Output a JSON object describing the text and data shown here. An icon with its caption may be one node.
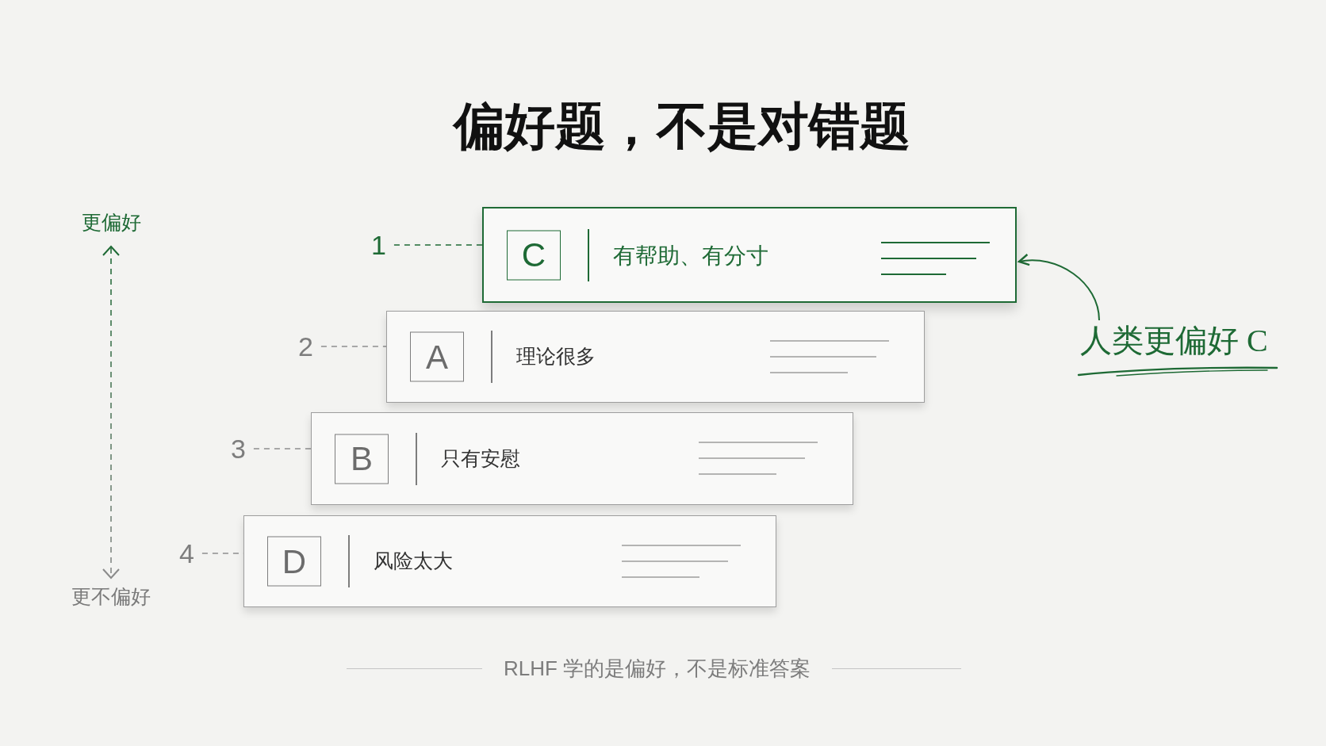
{
  "diagram": {
    "title": "偏好题，不是对错题",
    "caption": "RLHF 学的是偏好，不是标准答案",
    "nodes": [
      {
        "text": [
          "1"
        ]
      },
      {
        "text": [
          "有帮助、有分寸"
        ]
      },
      {
        "text": [
          "C"
        ],
        "in": 1
      },
      {
        "text": [
          "2"
        ]
      },
      {
        "text": [
          "理论很多"
        ]
      },
      {
        "text": [
          "A"
        ],
        "in": 4
      },
      {
        "text": [
          "3"
        ]
      },
      {
        "text": [
          "只有安慰"
        ]
      },
      {
        "text": [
          "B"
        ],
        "in": 7
      },
      {
        "text": [
          "4"
        ]
      },
      {
        "text": [
          "风险太大"
        ]
      },
      {
        "text": [
          "D"
        ],
        "in": 10
      },
      {
        "text": [
          "人类更偏好 C"
        ]
      }
    ],
    "edges": [
      {
        "from": 0,
        "to": 1,
        "arrow": "none",
        "style": "dashed",
        "color": "#1e6a35"
      },
      {
        "from": 3,
        "to": 4,
        "arrow": "none",
        "style": "dashed"
      },
      {
        "from": 6,
        "to": 7,
        "arrow": "none",
        "style": "dashed"
      },
      {
        "from": 9,
        "to": 10,
        "arrow": "none",
        "style": "dashed"
      },
      {
        "from": 12,
        "to": 1,
        "arrow": "to",
        "color": "#1e6a35"
      }
    ],
    "labels": [
      "更偏好",
      "更不偏好"
    ]
  }
}
